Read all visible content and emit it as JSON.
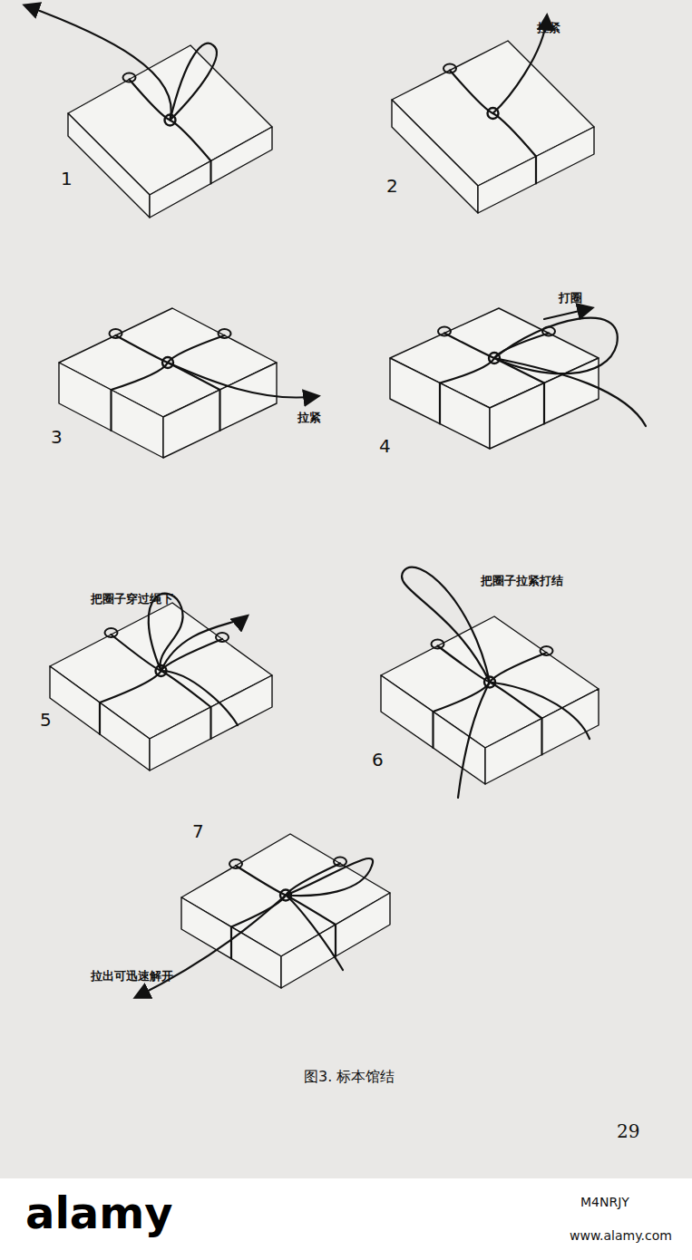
{
  "diagram": {
    "caption": "图3. 标本馆结",
    "labels": [
      "1",
      "2",
      "拉紧",
      "3",
      "拉紧",
      "4",
      "打圈",
      "5",
      "把圈子穿过绳下",
      "6",
      "把圈子拉紧打结",
      "7",
      "拉出可迅速解开",
      "29",
      "alamy",
      "M4NRJY",
      "www.alamy.com"
    ]
  }
}
